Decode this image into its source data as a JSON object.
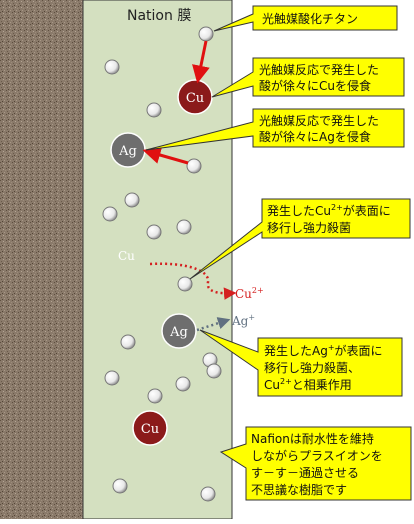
{
  "membrane_title": "Nation 膜",
  "particles": {
    "cu_1": "Cu",
    "ag_1": "Ag",
    "ag_2": "Ag",
    "cu_2": "Cu",
    "free_cu": "Cu",
    "cu_ion_base": "Cu",
    "cu_ion_charge": "2+",
    "ag_ion_base": "Ag",
    "ag_ion_charge": "+"
  },
  "callouts": {
    "tio2": {
      "lines": [
        "光触媒酸化チタン"
      ]
    },
    "cu_corrosion": {
      "lines": [
        "光触媒反応で発生した",
        "酸が徐々にCuを侵食"
      ]
    },
    "ag_corrosion": {
      "lines": [
        "光触媒反応で発生した",
        "酸が徐々にAgを侵食"
      ]
    },
    "cu_ion": {
      "line1_pre": "発生したCu",
      "line1_sup": "2+",
      "line1_post": "が表面に",
      "line2": "移行し強力殺菌"
    },
    "ag_ion": {
      "line1_pre": "発生したAg",
      "line1_sup": "+",
      "line1_post": "が表面に",
      "line2": "移行し強力殺菌、",
      "line3_pre": "Cu",
      "line3_sup": "2+",
      "line3_post": "と相乗作用"
    },
    "nafion": {
      "lines": [
        "Nafionは耐水性を維持",
        "しながらプラスイオンを",
        "す－す－通過させる",
        "不思議な樹脂です"
      ]
    }
  },
  "colors": {
    "membrane": "#d4e0c0",
    "callout_fill": "#ffff00",
    "cu_particle": "#8b1a1a",
    "ag_particle": "#6e6e6e",
    "arrow_red": "#e01010",
    "dotted_red": "#d42020",
    "dotted_gray": "#607080",
    "ion_text": "#d42020"
  }
}
